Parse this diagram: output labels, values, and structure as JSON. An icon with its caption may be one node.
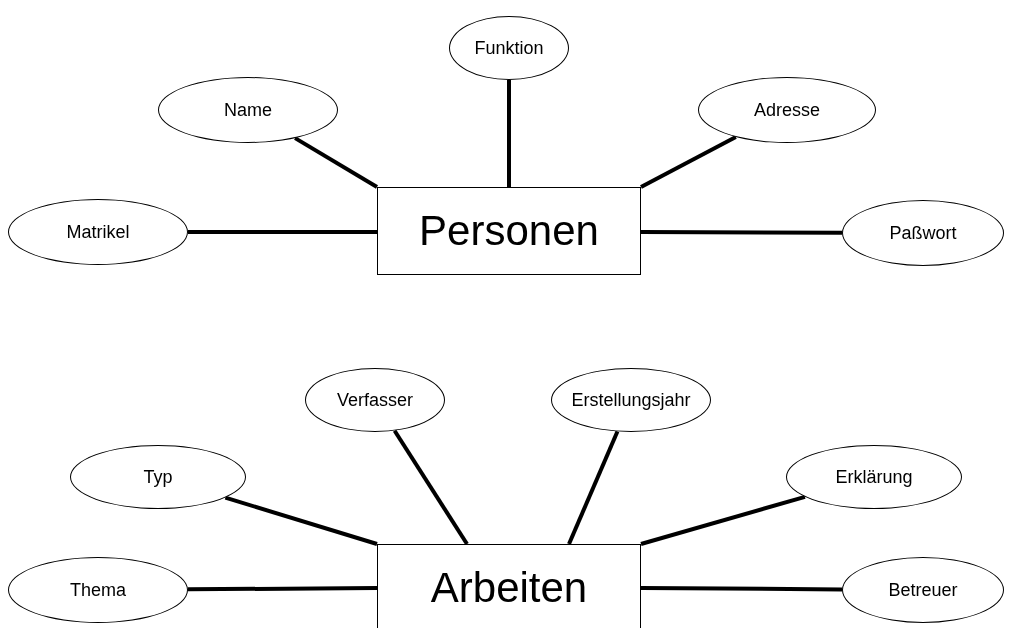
{
  "diagram": {
    "nodes": [
      {
        "text": [
          "Funktion"
        ]
      },
      {
        "text": [
          "Name"
        ]
      },
      {
        "text": [
          "Adresse"
        ]
      },
      {
        "text": [
          "Matrikel"
        ]
      },
      {
        "text": [
          "Personen"
        ]
      },
      {
        "text": [
          "Paßwort"
        ]
      },
      {
        "text": [
          "Verfasser"
        ]
      },
      {
        "text": [
          "Erstellungsjahr"
        ]
      },
      {
        "text": [
          "Typ"
        ]
      },
      {
        "text": [
          "Erklärung"
        ]
      },
      {
        "text": [
          "Thema"
        ]
      },
      {
        "text": [
          "Arbeiten"
        ]
      },
      {
        "text": [
          "Betreuer"
        ]
      }
    ],
    "edges": [
      {
        "from": 4,
        "to": 0,
        "arrow": "none"
      },
      {
        "from": 4,
        "to": 1,
        "arrow": "none"
      },
      {
        "from": 4,
        "to": 2,
        "arrow": "none"
      },
      {
        "from": 4,
        "to": 3,
        "arrow": "none"
      },
      {
        "from": 4,
        "to": 5,
        "arrow": "none"
      },
      {
        "from": 11,
        "to": 6,
        "arrow": "none"
      },
      {
        "from": 11,
        "to": 7,
        "arrow": "none"
      },
      {
        "from": 11,
        "to": 8,
        "arrow": "none"
      },
      {
        "from": 11,
        "to": 9,
        "arrow": "none"
      },
      {
        "from": 11,
        "to": 10,
        "arrow": "none"
      },
      {
        "from": 11,
        "to": 12,
        "arrow": "none"
      }
    ]
  }
}
